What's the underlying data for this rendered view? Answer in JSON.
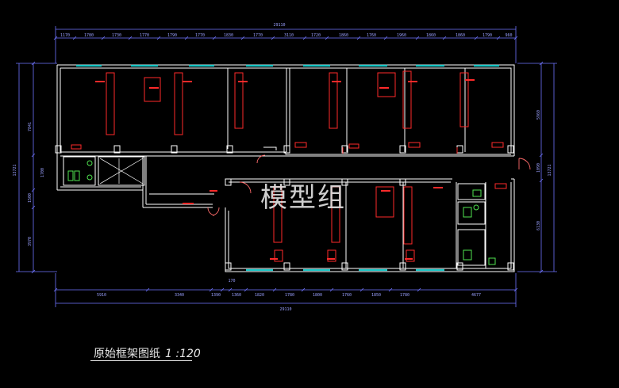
{
  "drawing": {
    "title": "原始框架图纸",
    "scale": "1 :120",
    "watermark": "模型组",
    "colors": {
      "background": "#000000",
      "wall": "#ffffff",
      "dimension": "#6f74ff",
      "fixture": "#ff2a2a",
      "window": "#19c8c8",
      "sanitary": "#4fe34f"
    }
  },
  "dimensions": {
    "top_total": "29110",
    "top_segments": [
      "1170",
      "1780",
      "1730",
      "1770",
      "1790",
      "1770",
      "1830",
      "1770",
      "3110",
      "1720",
      "1860",
      "1760",
      "1960",
      "1860",
      "1860",
      "1790",
      "960"
    ],
    "bottom_segments": [
      "5910",
      "3340",
      "1390",
      "1360",
      "1820",
      "1780",
      "1800",
      "1760",
      "1850",
      "1780",
      "4677"
    ],
    "bottom_total": "29110",
    "left_segments": [
      "7841",
      "1700",
      "1500",
      "3970"
    ],
    "left_total": "13721",
    "right_segments": [
      "5960",
      "1090",
      "6130"
    ],
    "right_total": "13721",
    "small": [
      "170"
    ]
  }
}
